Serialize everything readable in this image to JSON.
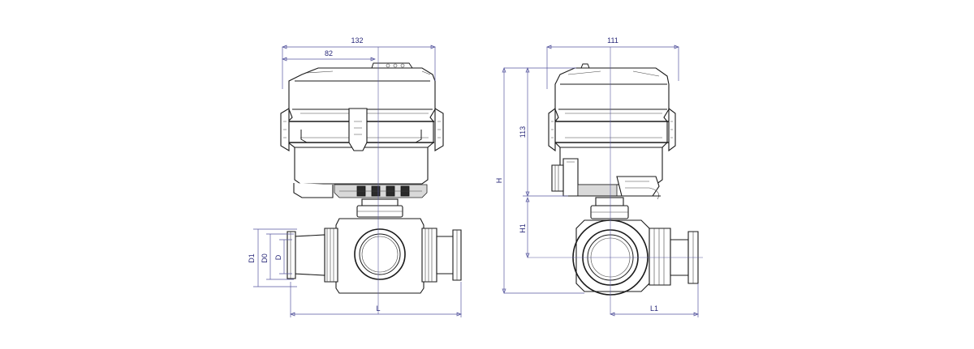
{
  "dimensions": {
    "width_132": "132",
    "width_82": "82",
    "width_111": "111",
    "height_113": "113",
    "height_H": "H",
    "height_H1": "H1",
    "dia_D1": "D1",
    "dia_D0": "D0",
    "dia_D": "D",
    "length_L": "L",
    "length_L1": "L1"
  },
  "colors": {
    "line": "#1a1a1a",
    "dimension": "#5a5aa0",
    "text": "#2a2a7a"
  }
}
